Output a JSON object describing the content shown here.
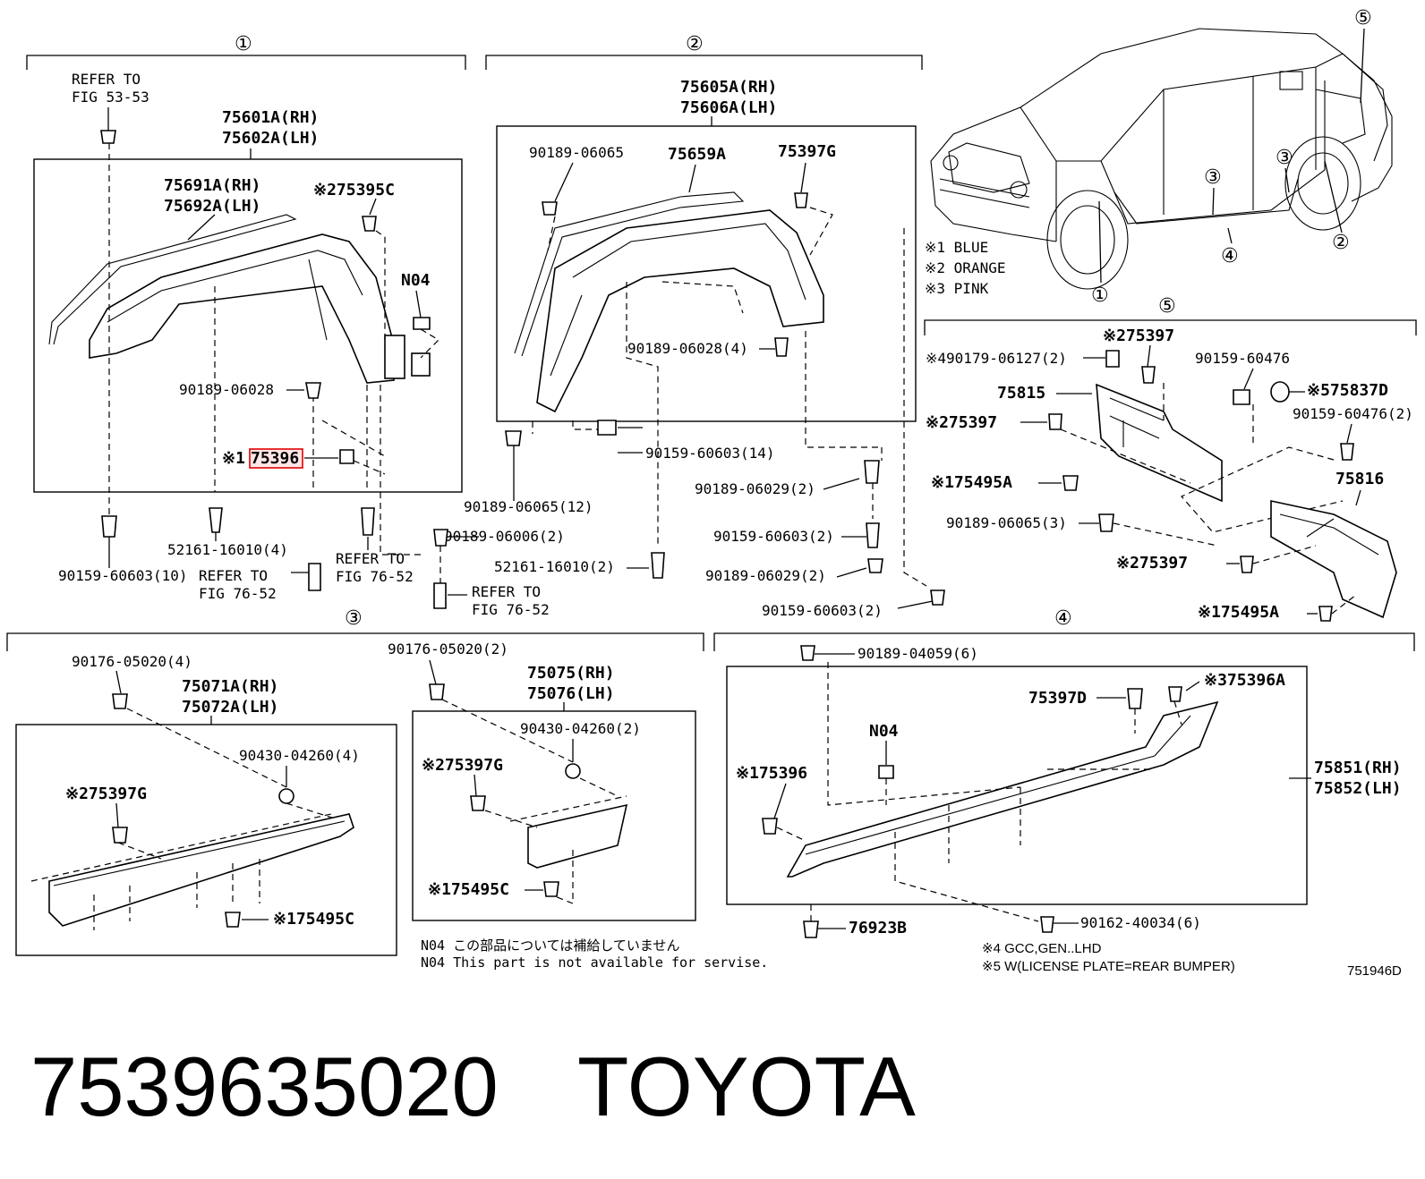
{
  "sections": [
    "①",
    "②",
    "③",
    "④",
    "⑤"
  ],
  "car_callouts": [
    "⑤",
    "③",
    "③",
    "②",
    "④",
    "①"
  ],
  "color_legend": [
    "※1 BLUE",
    "※2 ORANGE",
    "※3 PINK"
  ],
  "s1": {
    "refer1": [
      "REFER TO",
      "FIG 53-53"
    ],
    "main": [
      "75601A(RH)",
      "75602A(LH)"
    ],
    "sub": [
      "75691A(RH)",
      "75692A(LH)"
    ],
    "clip_top": "※275395C",
    "n04": "N04",
    "p_06028": "90189-06028",
    "highlight_prefix": "※1",
    "highlight": "75396",
    "p_60603": "90159-60603(10)",
    "p_16010": "52161-16010(4)",
    "refer2": [
      "REFER TO",
      "FIG 76-52"
    ],
    "refer3": [
      "REFER TO",
      "FIG 76-52"
    ]
  },
  "s2": {
    "main": [
      "75605A(RH)",
      "75606A(LH)"
    ],
    "p_06065": "90189-06065",
    "p_75659A": "75659A",
    "p_75397G": "75397G",
    "p_06028_4": "90189-06028(4)",
    "p_60603_14": "90159-60603(14)",
    "p_06065_12": "90189-06065(12)",
    "p_06029_2a": "90189-06029(2)",
    "p_06006_2": "90189-06006(2)",
    "p_60603_2a": "90159-60603(2)",
    "p_16010_2": "52161-16010(2)",
    "p_06029_2b": "90189-06029(2)",
    "refer": [
      "REFER TO",
      "FIG 76-52"
    ],
    "p_60603_2b": "90159-60603(2)"
  },
  "s5": {
    "p_75397_top": "※275397",
    "p_06127": "※490179-06127(2)",
    "p_60476": "90159-60476",
    "p_75815": "75815",
    "p_75837D": "※575837D",
    "p_75397_mid": "※275397",
    "p_60476_2": "90159-60476(2)",
    "p_75495A_1": "※175495A",
    "p_75816": "75816",
    "p_06065_3": "90189-06065(3)",
    "p_75397_low": "※275397",
    "p_75495A_2": "※175495A"
  },
  "s3": {
    "p_05020_4": "90176-05020(4)",
    "main": [
      "75071A(RH)",
      "75072A(LH)"
    ],
    "p_04260_4": "90430-04260(4)",
    "p_75397G": "※275397G",
    "p_75495C": "※175495C",
    "p_05020_2": "90176-05020(2)",
    "main2": [
      "75075(RH)",
      "75076(LH)"
    ],
    "p_04260_2": "90430-04260(2)",
    "p_75397G_b": "※275397G",
    "p_75495C_b": "※175495C"
  },
  "s4": {
    "p_04059": "90189-04059(6)",
    "p_75396A": "※375396A",
    "p_75397D": "75397D",
    "n04": "N04",
    "p_75396": "※175396",
    "main": [
      "75851(RH)",
      "75852(LH)"
    ],
    "p_40034": "90162-40034(6)",
    "p_76923B": "76923B"
  },
  "notes": [
    "N04 この部品については補給していません",
    "N04 This part is not available for servise."
  ],
  "footnotes": [
    "※4 GCC,GEN..LHD",
    "※5 W(LICENSE PLATE=REAR BUMPER)"
  ],
  "figure_code": "751946D",
  "part_number": "7539635020",
  "brand": "TOYOTA",
  "colors": {
    "highlight_stroke": "#e00000",
    "highlight_fill": "#ffe6e6",
    "ink": "#000000"
  }
}
